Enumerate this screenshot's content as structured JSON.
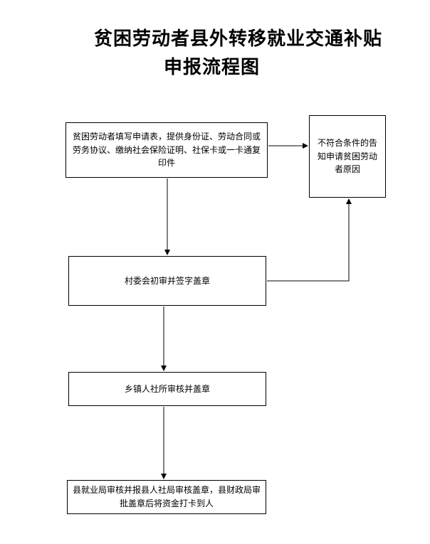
{
  "title": {
    "line1": "贫困劳动者县外转移就业交通补贴",
    "line2": "申报流程图"
  },
  "steps": [
    {
      "id": "apply",
      "text": "贫困劳动者填写申请表，提供身份证、劳动合同或劳务协议、缴纳社会保险证明、社保卡或一卡通复印件"
    },
    {
      "id": "village",
      "text": "村委会初审并签字盖章"
    },
    {
      "id": "township",
      "text": "乡镇人社所审核并盖章"
    },
    {
      "id": "county",
      "text": "县就业局审核并报县人社局审核盖章，县财政局审批盖章后将资金打卡到人"
    }
  ],
  "reject": {
    "text": "不符合条件的告知申请贫困劳动者原因"
  }
}
